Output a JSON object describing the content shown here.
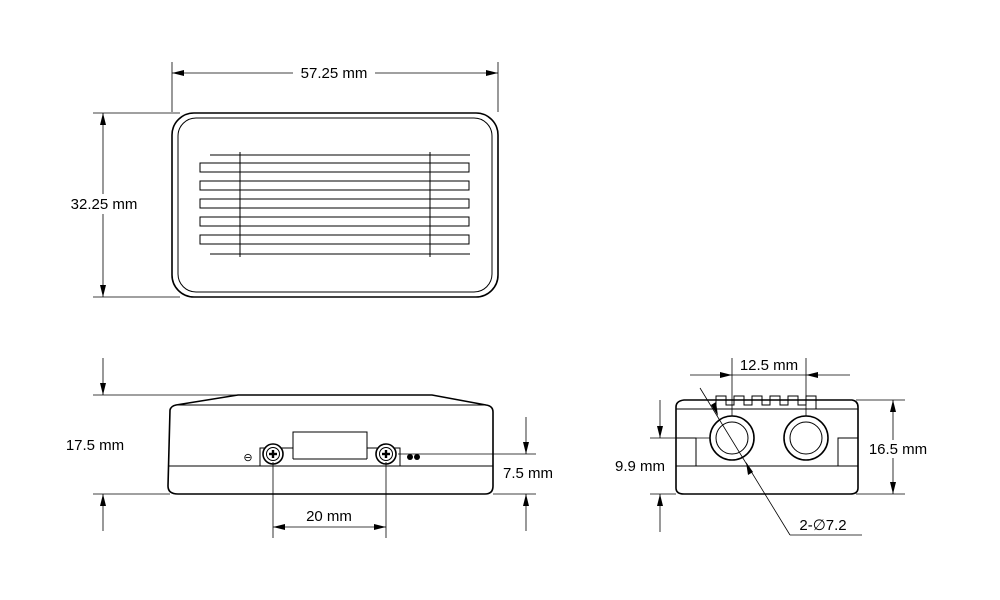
{
  "dimensions": {
    "width": "57.25 mm",
    "height": "32.25 mm",
    "depth": "17.5 mm",
    "terminal_spacing": "20 mm",
    "terminal_height": "7.5 mm",
    "hole_spacing": "12.5 mm",
    "side_height": "16.5 mm",
    "hole_center_height": "9.9 mm",
    "hole_callout": "2-∅7.2"
  },
  "symbols": {
    "negative": "⊖"
  }
}
